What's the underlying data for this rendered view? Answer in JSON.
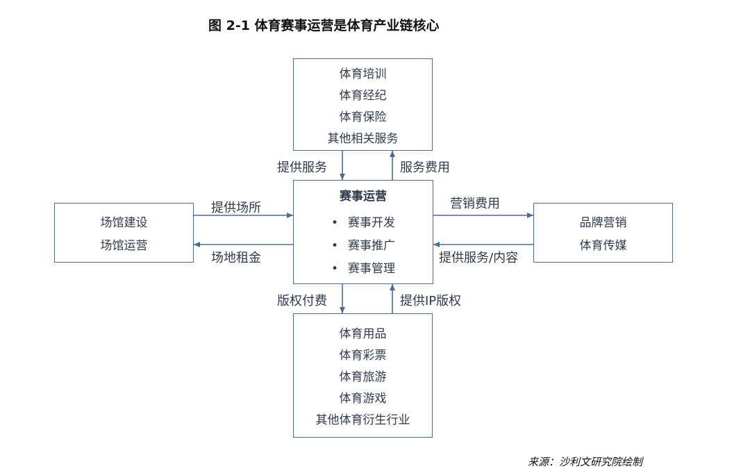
{
  "title": "图  2-1  体育赛事运营是体育产业链核心",
  "top_box": [
    "体育培训",
    "体育经纪",
    "体育保险",
    "其他相关服务"
  ],
  "left_box": [
    "场馆建设",
    "场馆运营"
  ],
  "right_box": [
    "品牌营销",
    "体育传媒"
  ],
  "bottom_box": [
    "体育用品",
    "体育彩票",
    "体育旅游",
    "体育游戏",
    "其他体育衍生行业"
  ],
  "center": {
    "title": "赛事运营",
    "bullet": "•",
    "items": [
      "赛事开发",
      "赛事推广",
      "赛事管理"
    ]
  },
  "labels": {
    "top_down": "提供服务",
    "top_up": "服务费用",
    "left_right": "提供场所",
    "left_left": "场地租金",
    "right_right": "营销费用",
    "right_left": "提供服务/内容",
    "bottom_down": "版权付费",
    "bottom_up": "提供IP版权"
  },
  "source": "来源：沙利文研究院绘制",
  "colors": {
    "border": "#4d6a8f",
    "arrow": "#4d6a8f",
    "text": "#2f3a4f"
  }
}
